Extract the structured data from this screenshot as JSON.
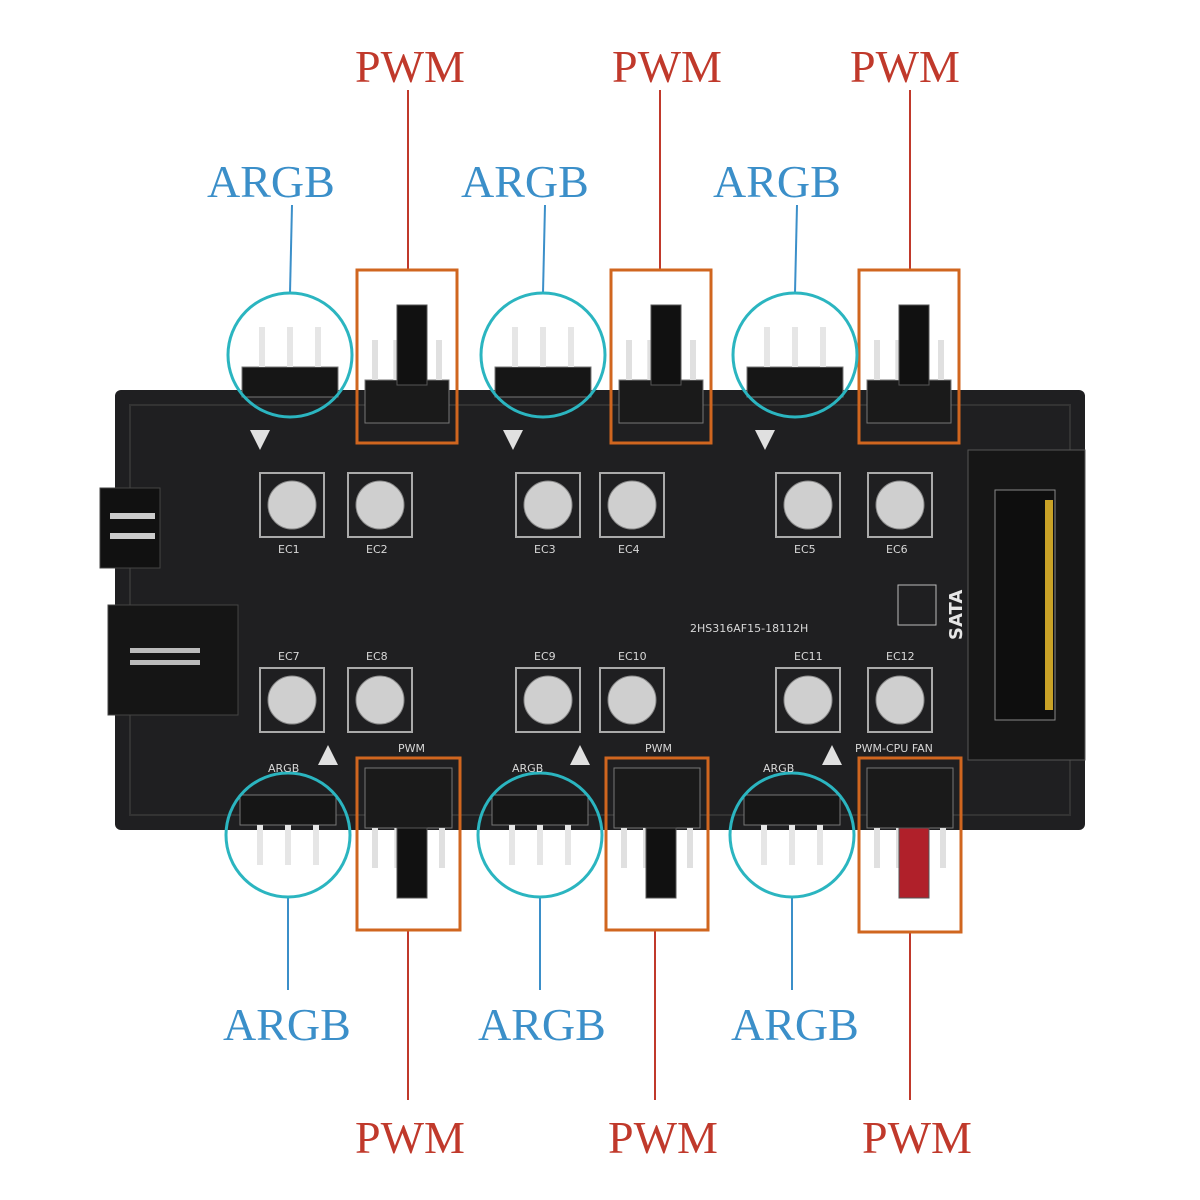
{
  "labels": {
    "pwm": "PWM",
    "argb": "ARGB"
  },
  "board": {
    "sata_label": "SATA",
    "serial": "2HS316AF15-18112H",
    "capacitors": [
      "EC1",
      "EC2",
      "EC3",
      "EC4",
      "EC5",
      "EC6",
      "EC7",
      "EC8",
      "EC9",
      "EC10",
      "EC11",
      "EC12"
    ],
    "bottom_silk": [
      "ARGB",
      "PWM",
      "ARGB",
      "PWM",
      "ARGB",
      "PWM-CPU FAN"
    ]
  },
  "colors": {
    "pwm": "#c0392b",
    "argb": "#3b8fc9",
    "board": "#1f1f21"
  }
}
